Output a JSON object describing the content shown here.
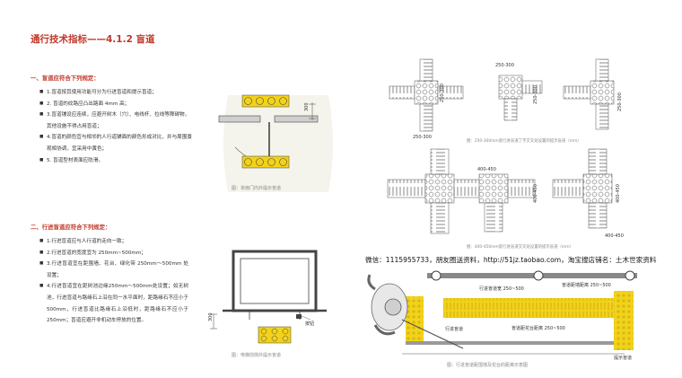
{
  "title": "通行技术指标——4.1.2  盲道",
  "section1": {
    "heading": "一、盲道应符合下列规定：",
    "items": [
      "1.盲道按其使用功能可分为行进盲道和提示盲道；",
      "2. 盲道的纹路应凸出路面 4mm 高；",
      "3.盲道铺设应连续，应避开树木（穴）、电线杆、拉线等障碍物，其他设施不得占用盲道；",
      "4.盲道的颜色宜与相邻的人行道铺面的颜色形成对比，并与周围景观相协调，宜采用中黄色；",
      "5. 盲道型材表面应防滑。"
    ]
  },
  "section2": {
    "heading": "二、行进盲道应符合下列规定：",
    "items": [
      "1.行进盲道应与人行道的走向一致；",
      "2.行进盲道的宽度宜为 250mm~500mm；",
      "3.行进盲道宜在距围墙、花台、绿化带 250mm～500mm 处设置；",
      "4.行进盲道宜在距树池边缘250mm～500mm处设置；如无树池，行进盲道与路缘石上沿在同一水平面时，距路缘石不应小于 500mm，行进盲道比路缘石上沿低时，距路缘石不应小于 250mm；盲道应避开非机动车停放的位置。"
    ]
  },
  "figures": {
    "door": {
      "caption": "图：单扇门内外提示盲道",
      "dim": "300"
    },
    "elevator": {
      "caption": "图：电梯前侧外提示盲道",
      "dim": "300",
      "label": "按钮"
    },
    "turn_small": {
      "caption": "图：250-300mm宽行进盲道丁字交叉处设置的提示盲道（mm）",
      "dims": [
        "250-300",
        "250-300",
        "250-300",
        "250-300",
        "250-300"
      ]
    },
    "turn_large": {
      "caption": "图：400-450mm宽行进盲道交叉处设置的提示盲道（mm）",
      "dims": [
        "400-450",
        "400-450",
        "400-450",
        "400-450"
      ]
    },
    "walk": {
      "caption": "图：行进盲道距围墙及花台的距离示意图",
      "labels": [
        "行进盲道宽 250~500",
        "盲道距墙距离 250~500",
        "盲道距花台距离 250~500",
        "行进盲道",
        "提示盲道"
      ]
    }
  },
  "watermark": "微信：1115955733，朋友圈送资料，http://51jz.taobao.com，淘宝搜店铺名：土木世家资料",
  "colors": {
    "accent": "#c0392b",
    "tactile_yellow": "#f2d21b"
  }
}
